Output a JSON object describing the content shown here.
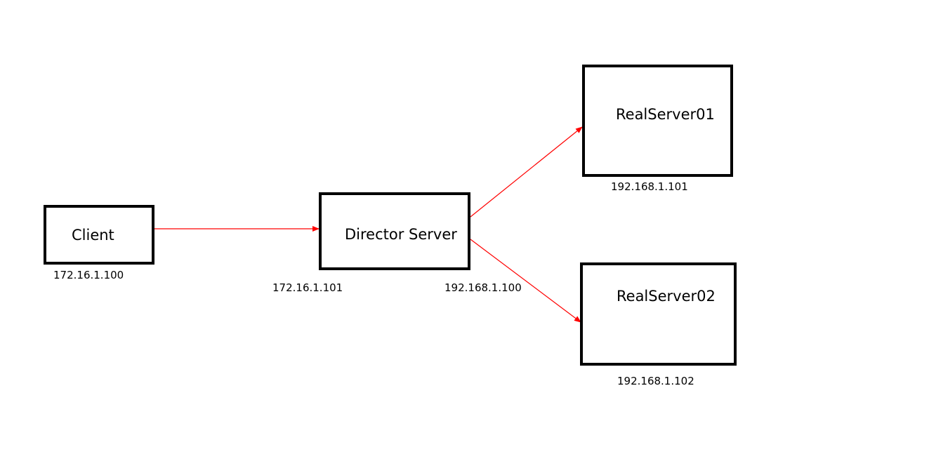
{
  "colors": {
    "node_border": "#000000",
    "edge": "#ff0000",
    "background": "#ffffff"
  },
  "nodes": {
    "client": {
      "label": "Client",
      "ip": "172.16.1.100"
    },
    "director": {
      "label": "Director Server",
      "ip_left": "172.16.1.101",
      "ip_right": "192.168.1.100"
    },
    "realserver01": {
      "label": "RealServer01",
      "ip": "192.168.1.101"
    },
    "realserver02": {
      "label": "RealServer02",
      "ip": "192.168.1.102"
    }
  },
  "edges": [
    {
      "from": "client",
      "to": "director"
    },
    {
      "from": "director",
      "to": "realserver01"
    },
    {
      "from": "director",
      "to": "realserver02"
    }
  ]
}
